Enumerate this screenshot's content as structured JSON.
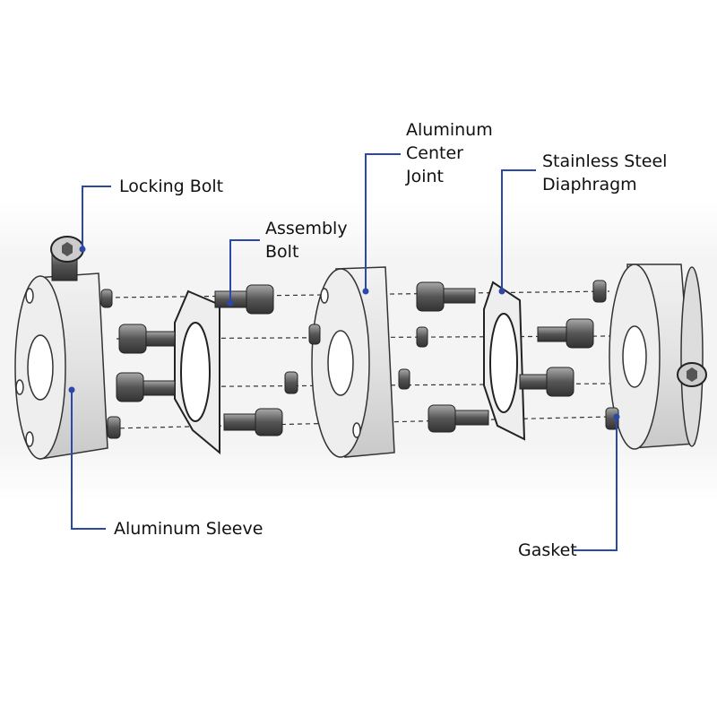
{
  "title": "Diaphragm coupling exploded view",
  "labels": {
    "locking_bolt": "Locking Bolt",
    "assembly_bolt_1": "Assembly",
    "assembly_bolt_2": "Bolt",
    "center_joint_1": "Aluminum",
    "center_joint_2": "Center",
    "center_joint_3": "Joint",
    "diaphragm_1": "Stainless Steel",
    "diaphragm_2": "Diaphragm",
    "sleeve": "Aluminum Sleeve",
    "gasket": "Gasket"
  },
  "colors": {
    "leader": "#2a48a8",
    "metal": "#d8d8d8",
    "outline": "#333333"
  }
}
